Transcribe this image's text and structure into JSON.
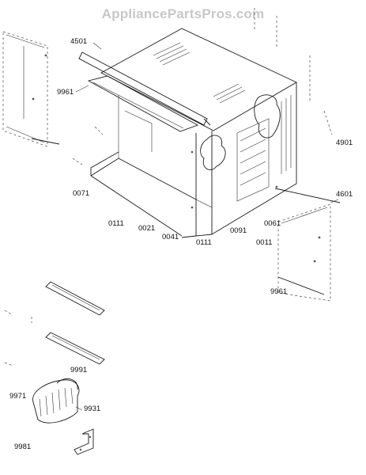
{
  "watermark": "AppliancePartsPros.com",
  "callouts": [
    {
      "id": "4501a",
      "text": "4501"
    },
    {
      "id": "9961a",
      "text": "9961"
    },
    {
      "id": "4901",
      "text": "4901"
    },
    {
      "id": "0071",
      "text": "0071"
    },
    {
      "id": "4601",
      "text": "4601"
    },
    {
      "id": "0111a",
      "text": "0111"
    },
    {
      "id": "0021",
      "text": "0021"
    },
    {
      "id": "0041",
      "text": "0041"
    },
    {
      "id": "0111b",
      "text": "0111"
    },
    {
      "id": "0091",
      "text": "0091"
    },
    {
      "id": "0011",
      "text": "0011"
    },
    {
      "id": "0061",
      "text": "0061"
    },
    {
      "id": "9961b",
      "text": "9961"
    },
    {
      "id": "9991",
      "text": "9991"
    },
    {
      "id": "9971",
      "text": "9971"
    },
    {
      "id": "9931",
      "text": "9931"
    },
    {
      "id": "9981",
      "text": "9981"
    }
  ]
}
